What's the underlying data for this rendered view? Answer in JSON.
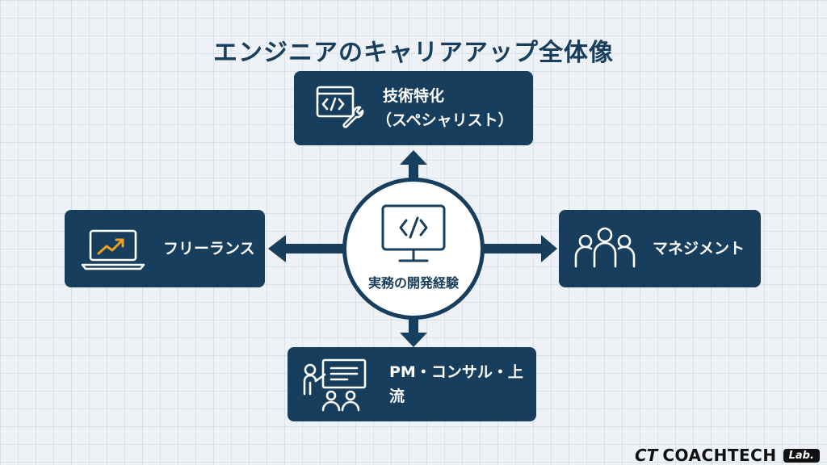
{
  "title": "エンジニアのキャリアアップ全体像",
  "center": {
    "label": "実務の開発経験",
    "icon": "monitor-code-icon"
  },
  "nodes": {
    "top": {
      "label_line1": "技術特化",
      "label_line2": "（スペシャリスト）",
      "icon": "code-window-wrench-icon"
    },
    "left": {
      "label": "フリーランス",
      "icon": "laptop-growth-icon"
    },
    "right": {
      "label": "マネジメント",
      "icon": "team-people-icon"
    },
    "bottom": {
      "label": "PM・コンサル・上流",
      "icon": "presentation-board-icon"
    }
  },
  "colors": {
    "primary": "#173e5c",
    "accent": "#f0a020",
    "background": "#eef2f6"
  },
  "logo": {
    "mark": "CT",
    "text": "COACHTECH",
    "badge": "Lab."
  }
}
